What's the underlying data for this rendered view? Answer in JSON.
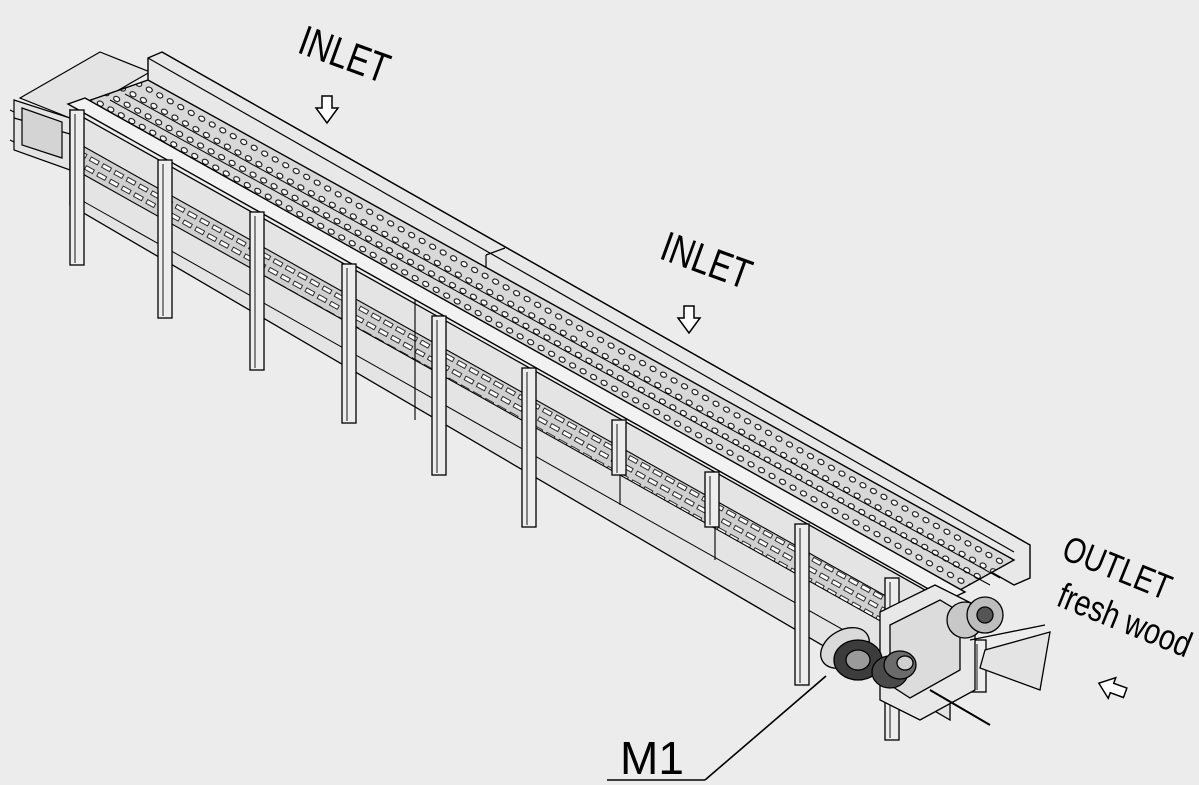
{
  "labels": {
    "inlet_1": "INLET",
    "inlet_2": "INLET",
    "outlet": "OUTLET",
    "outlet_sub": "fresh wood",
    "motor": "M1"
  },
  "colors": {
    "background": "#ececec",
    "line": "#000000",
    "fill": "#e6e6e6",
    "dark": "#4a4a4a"
  },
  "icons": [
    "down-arrow-icon",
    "down-arrow-icon",
    "outlet-arrow-icon"
  ]
}
